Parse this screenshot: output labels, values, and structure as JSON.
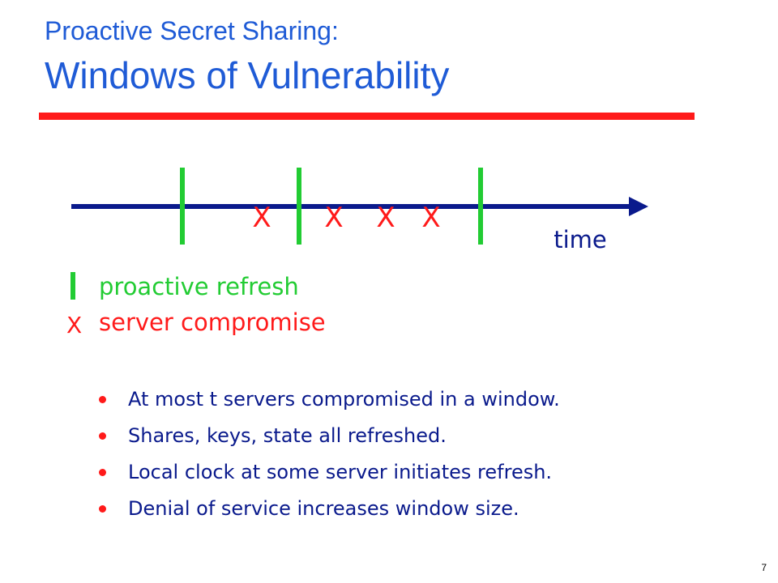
{
  "slide": {
    "title_line1": "Proactive Secret Sharing:",
    "title_line2": "Windows of Vulnerability",
    "page_number": "7"
  },
  "timeline": {
    "axis_label": "time",
    "compromise_mark": "X",
    "refresh_count": 3,
    "compromise_count": 4
  },
  "legend": {
    "refresh_label": "proactive refresh",
    "compromise_symbol": "X",
    "compromise_label": "server compromise"
  },
  "bullets": [
    "At most t servers compromised in a window.",
    "Shares, keys, state all refreshed.",
    "Local clock at some server initiates refresh.",
    "Denial of service increases window size."
  ],
  "colors": {
    "title": "#1f5bd6",
    "rule": "#ff1a1a",
    "axis": "#0a1a8c",
    "refresh": "#22cc33",
    "compromise": "#ff1a1a",
    "bullet_text": "#0a1a8c"
  }
}
